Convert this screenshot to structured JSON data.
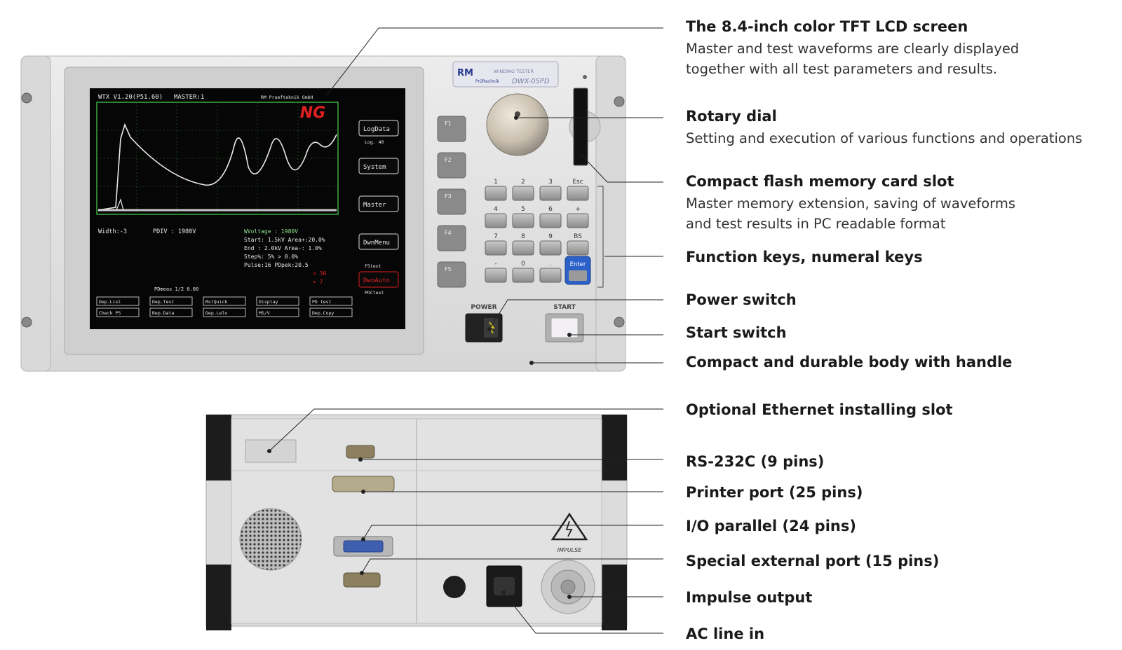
{
  "callouts": [
    {
      "title": "The 8.4-inch color TFT LCD screen",
      "desc": [
        "Master and test waveforms are clearly displayed",
        "together with all test parameters and results."
      ]
    },
    {
      "title": "Rotary dial",
      "desc": [
        "Setting and execution of various functions and operations"
      ]
    },
    {
      "title": "Compact flash memory card slot",
      "desc": [
        "Master memory extension, saving of waveforms",
        "and test results in PC readable format"
      ]
    },
    {
      "title": "Function keys, numeral keys",
      "desc": []
    },
    {
      "title": "Power switch",
      "desc": []
    },
    {
      "title": "Start switch",
      "desc": []
    },
    {
      "title": "Compact and durable body with handle",
      "desc": []
    },
    {
      "title": "Optional Ethernet installing slot",
      "desc": []
    },
    {
      "title": "RS-232C (9 pins)",
      "desc": []
    },
    {
      "title": "Printer port (25 pins)",
      "desc": []
    },
    {
      "title": "I/O parallel (24 pins)",
      "desc": []
    },
    {
      "title": "Special external port (15 pins)",
      "desc": []
    },
    {
      "title": "Impulse output",
      "desc": []
    },
    {
      "title": "AC line in",
      "desc": []
    }
  ],
  "device": {
    "brand": "RM",
    "brand_sub": "Prüftechnik",
    "model_line": "WINDING TESTER",
    "model": "DWX-05PD",
    "power_label": "POWER",
    "start_label": "START",
    "fkeys": [
      "F1",
      "F2",
      "F3",
      "F4",
      "F5"
    ],
    "keypad": [
      "1",
      "2",
      "3",
      "Esc",
      "4",
      "5",
      "6",
      "+",
      "7",
      "8",
      "9",
      "BS",
      "-",
      "0",
      ".",
      "Enter"
    ],
    "impulse_label": "IMPULSE"
  },
  "screen": {
    "header_left": "WTX V1.20(P51.60)",
    "header_mid": "MASTER:1",
    "header_right": "RM Pruefteknik GmbH",
    "verdict": "NG",
    "softkeys": [
      "LogData",
      "System",
      "Master",
      "DwnMenu",
      "DwoAuto"
    ],
    "softkey_note": "Log.  40",
    "fkey_label_top": "F5text",
    "fkey_label_bottom": "PDCtext",
    "width": "Width:-3",
    "pdiv": "PDIV : 1980V",
    "params": [
      "WVoltage : 1980V",
      "Start: 1.5kV  Area+:20.0%",
      "End  : 2.0kV  Area-: 1.0%",
      "Step%:   5%   >  0.0%",
      "Pulse:16     PDpek:20.5"
    ],
    "results": [
      "> 30",
      "> 7"
    ],
    "bottom_btns": [
      "Dep.List",
      "Dep.Test",
      "MstQuick",
      "Display",
      "PD test",
      "Check P5",
      "Rep.Data",
      "Dep.Lelo",
      "MS/V",
      "Dep.Copy"
    ],
    "mid_note": "PDmeas  1/2  0.00 "
  }
}
